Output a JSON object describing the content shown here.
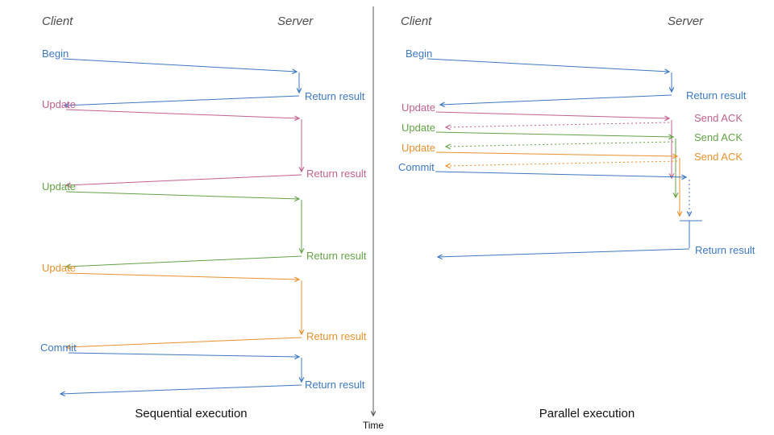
{
  "palette": {
    "blue": "#3d78c0",
    "pink": "#c0618f",
    "green": "#63a245",
    "orange": "#e8912d",
    "header_gray": "#4d4d4d",
    "axis_gray": "#555555"
  },
  "time_axis": {
    "label": "Time"
  },
  "sequential": {
    "client_header": "Client",
    "server_header": "Server",
    "caption": "Sequential execution",
    "steps": [
      {
        "request": "Begin",
        "response": "Return result",
        "color": "blue"
      },
      {
        "request": "Update",
        "response": "Return result",
        "color": "pink"
      },
      {
        "request": "Update",
        "response": "Return result",
        "color": "green"
      },
      {
        "request": "Update",
        "response": "Return result",
        "color": "orange"
      },
      {
        "request": "Commit",
        "response": "Return result",
        "color": "blue"
      }
    ]
  },
  "parallel": {
    "client_header": "Client",
    "server_header": "Server",
    "caption": "Parallel execution",
    "steps": [
      {
        "request": "Begin",
        "response": "Return result",
        "color": "blue"
      },
      {
        "request": "Update",
        "response": "Send ACK",
        "color": "pink"
      },
      {
        "request": "Update",
        "response": "Send ACK",
        "color": "green"
      },
      {
        "request": "Update",
        "response": "Send ACK",
        "color": "orange"
      },
      {
        "request": "Commit",
        "response": "Return result",
        "color": "blue"
      }
    ]
  }
}
